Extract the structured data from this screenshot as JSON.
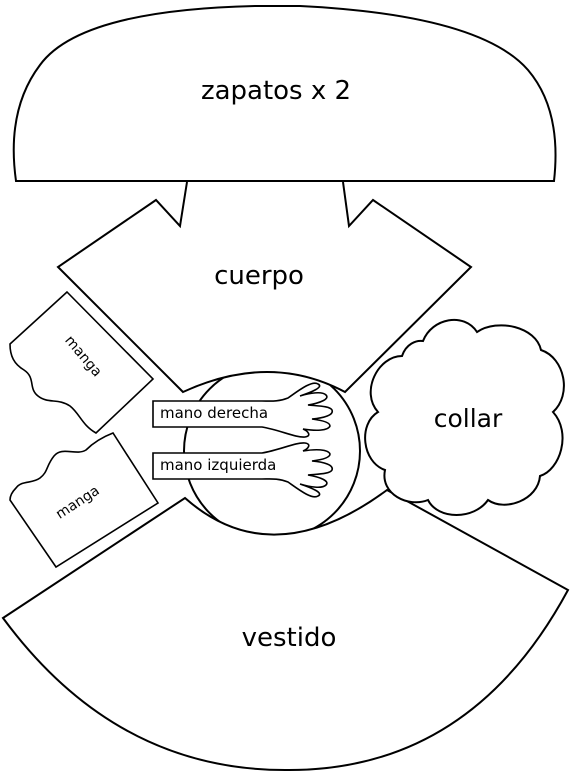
{
  "labels": {
    "zapatos": "zapatos x 2",
    "cuerpo": "cuerpo",
    "collar": "collar",
    "manga_top": "manga",
    "manga_bottom": "manga",
    "mano_derecha": "mano derecha",
    "mano_izquierda": "mano izquierda",
    "vestido": "vestido"
  },
  "colors": {
    "stroke": "#000000",
    "fill": "#ffffff"
  }
}
